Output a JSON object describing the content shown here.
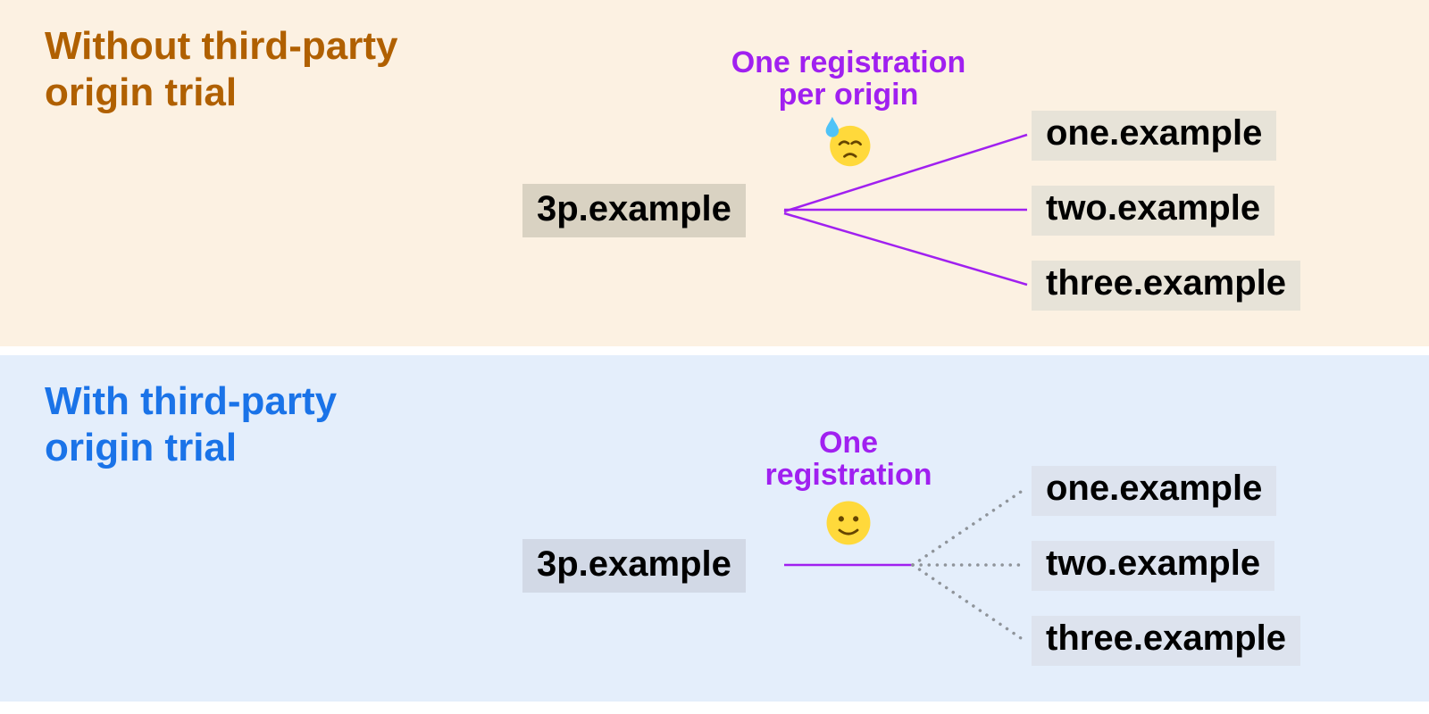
{
  "panels": [
    {
      "name": "without-third-party-origin-trial",
      "title_lines": [
        "Without third-party",
        "origin trial"
      ],
      "title_color": "#b06000",
      "background_color": "#fcf1e2",
      "annotation_lines": [
        "One registration",
        "per origin"
      ],
      "emoji_icon": "downcast-face-with-sweat",
      "source_label": "3p.example",
      "targets": [
        "one.example",
        "two.example",
        "three.example"
      ],
      "line_style": "three solid purple lines fanning out from source to each target"
    },
    {
      "name": "with-third-party-origin-trial",
      "title_lines": [
        "With third-party",
        "origin trial"
      ],
      "title_color": "#1a73e8",
      "background_color": "#e4eefb",
      "annotation_lines": [
        "One",
        "registration"
      ],
      "emoji_icon": "slightly-smiling-face",
      "source_label": "3p.example",
      "targets": [
        "one.example",
        "two.example",
        "three.example"
      ],
      "line_style": "single solid purple line branching into dotted gray lines to each target"
    }
  ],
  "colors": {
    "annotation_text": "#a020f0",
    "solid_line": "#a020f0",
    "dotted_line": "#8f949a",
    "label_text": "#000000"
  }
}
